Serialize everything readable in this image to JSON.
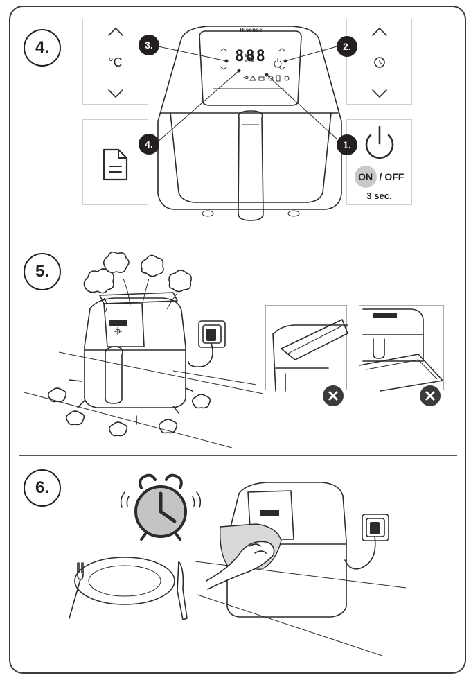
{
  "steps": {
    "step4": "4.",
    "step5": "5.",
    "step6": "6."
  },
  "panels": {
    "temp_unit": "°C",
    "on_label": "ON",
    "off_label": " / OFF",
    "hold_time": "3 sec."
  },
  "callouts": {
    "c1": "1.",
    "c2": "2.",
    "c3": "3.",
    "c4": "4."
  },
  "fryer": {
    "brand": "Hisense",
    "display": "888"
  },
  "icons": {
    "temp_up": "chevron-up-icon",
    "temp_down": "chevron-down-icon",
    "time_up": "chevron-up-icon",
    "time_down": "chevron-down-icon",
    "clock": "clock-icon",
    "menu": "document-menu-icon",
    "power": "power-icon",
    "prohibited": "x-icon"
  },
  "colors": {
    "ink": "#231f20",
    "badge": "#3a3a3a",
    "clock_face": "#c4c4c4",
    "panel_border": "#cfcfcf"
  }
}
